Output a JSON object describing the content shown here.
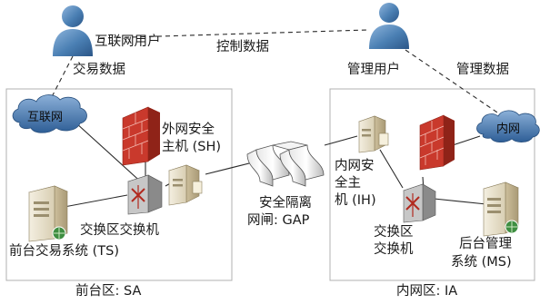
{
  "labels": {
    "internet_user": "互联网用户",
    "trade_data": "交易数据",
    "control_data": "控制数据",
    "admin_user": "管理用户",
    "manage_data": "管理数据",
    "internet_cloud": "互联网",
    "intranet_cloud": "内网",
    "sh_line1": "外网安全",
    "sh_line2": "主机 (SH)",
    "gap_line1": "安全隔离",
    "gap_line2": "网闸: GAP",
    "ih_line1": "内网安",
    "ih_line2": "全主",
    "ih_line3": "机 (IH)",
    "left_switch": "交换区交换机",
    "ts": "前台交易系统 (TS)",
    "right_switch_line1": "交换区",
    "right_switch_line2": "交换机",
    "ms_line1": "后台管理",
    "ms_line2": "系统 (MS)",
    "zone_sa": "前台区: SA",
    "zone_ia": "内网区: IA"
  },
  "colors": {
    "user_blue": "#4a7fb3",
    "cloud_blue": "#3d6fa5",
    "firewall_red": "#c9392c",
    "server_beige": "#e4dcc6",
    "zone_border": "#b0b0b0"
  },
  "icons": [
    "user-icon",
    "cloud-icon",
    "firewall-icon",
    "server-icon",
    "switch-icon",
    "gap-icon"
  ]
}
